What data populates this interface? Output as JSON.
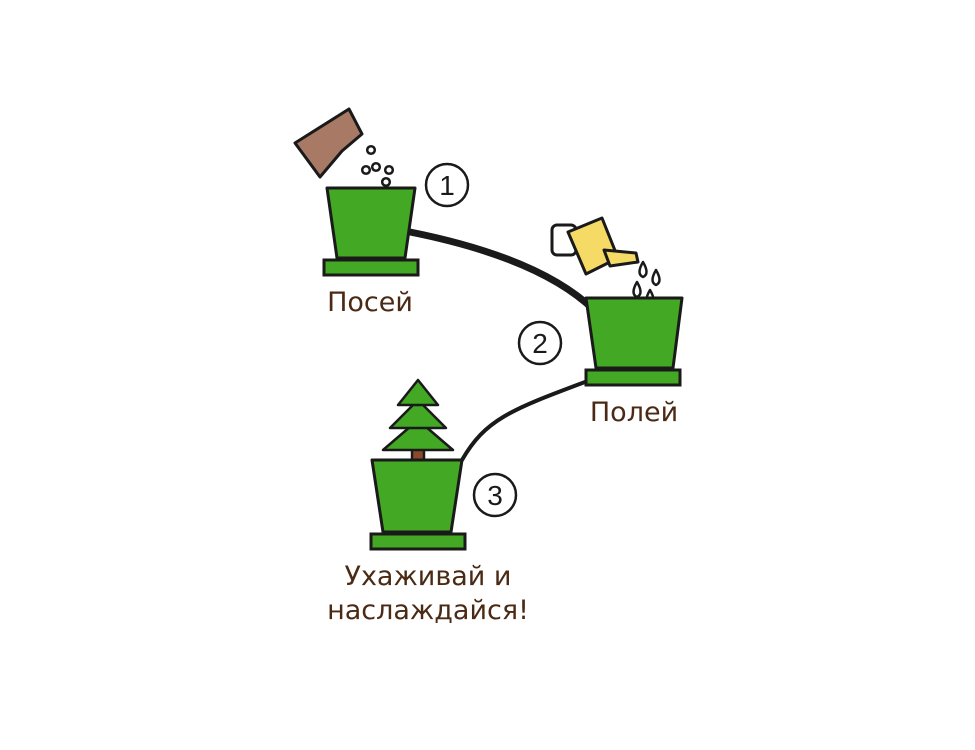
{
  "steps": [
    {
      "number": "1",
      "label": "Посей",
      "icon": "seed-packet-icon"
    },
    {
      "number": "2",
      "label": "Полей",
      "icon": "watering-can-icon"
    },
    {
      "number": "3",
      "label_line1": "Ухаживай и",
      "label_line2": "наслаждайся!",
      "icon": "fir-tree-icon"
    }
  ],
  "colors": {
    "pot": "#43a823",
    "outline": "#1a1a1a",
    "seed_packet": "#a87a65",
    "watering_can": "#f5da65",
    "tree": "#43a823",
    "trunk": "#8b4a2a",
    "text": "#4a2a14"
  }
}
